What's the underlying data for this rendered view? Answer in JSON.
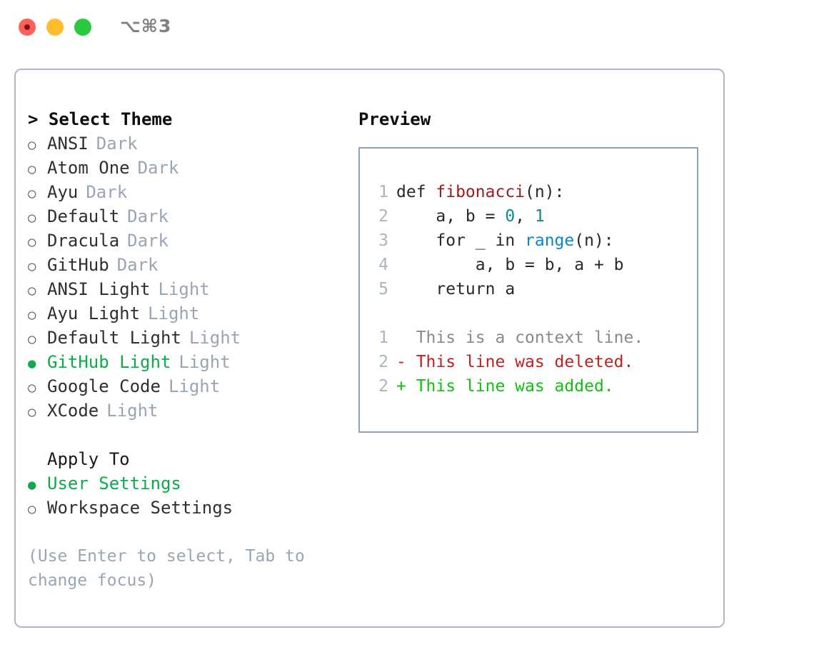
{
  "titlebar": {
    "shortcut": "⌥⌘3",
    "buttons": [
      {
        "name": "close",
        "color": "#ff6058"
      },
      {
        "name": "minimize",
        "color": "#ffbd2e"
      },
      {
        "name": "zoom",
        "color": "#2bc940"
      }
    ]
  },
  "colors": {
    "selection_green": "#10a94b",
    "muted": "#9aa5b4",
    "panel_border": "#aeb7c4",
    "preview_border": "#94a3b4",
    "diff_add": "#12c010",
    "diff_del": "#c42020",
    "syntax_function": "#9b1c1c",
    "syntax_number": "#0c8b8b",
    "syntax_builtin": "#0a86c8"
  },
  "theme_picker": {
    "title": "> Select Theme",
    "marker_unselected": "○",
    "marker_selected": "●",
    "items": [
      {
        "name": "ANSI",
        "variant": "Dark",
        "selected": false
      },
      {
        "name": "Atom One",
        "variant": "Dark",
        "selected": false
      },
      {
        "name": "Ayu",
        "variant": "Dark",
        "selected": false
      },
      {
        "name": "Default",
        "variant": "Dark",
        "selected": false
      },
      {
        "name": "Dracula",
        "variant": "Dark",
        "selected": false
      },
      {
        "name": "GitHub",
        "variant": "Dark",
        "selected": false
      },
      {
        "name": "ANSI Light",
        "variant": "Light",
        "selected": false
      },
      {
        "name": "Ayu Light",
        "variant": "Light",
        "selected": false
      },
      {
        "name": "Default Light",
        "variant": "Light",
        "selected": false
      },
      {
        "name": "GitHub Light",
        "variant": "Light",
        "selected": true
      },
      {
        "name": "Google Code",
        "variant": "Light",
        "selected": false
      },
      {
        "name": "XCode",
        "variant": "Light",
        "selected": false
      }
    ]
  },
  "apply_to": {
    "title": "Apply To",
    "options": [
      {
        "name": "User Settings",
        "selected": true
      },
      {
        "name": "Workspace Settings",
        "selected": false
      }
    ]
  },
  "hint": "(Use Enter to select, Tab to change focus)",
  "preview": {
    "title": "Preview",
    "code_lines": [
      {
        "number": "1",
        "tokens": [
          {
            "text": "def ",
            "type": "plain"
          },
          {
            "text": "fibonacci",
            "type": "fn"
          },
          {
            "text": "(n):",
            "type": "plain"
          }
        ]
      },
      {
        "number": "2",
        "tokens": [
          {
            "text": "    a, b = ",
            "type": "plain"
          },
          {
            "text": "0",
            "type": "num"
          },
          {
            "text": ", ",
            "type": "plain"
          },
          {
            "text": "1",
            "type": "num"
          }
        ]
      },
      {
        "number": "3",
        "tokens": [
          {
            "text": "    for _ in ",
            "type": "plain"
          },
          {
            "text": "range",
            "type": "builtin"
          },
          {
            "text": "(n):",
            "type": "plain"
          }
        ]
      },
      {
        "number": "4",
        "tokens": [
          {
            "text": "        a, b = b, a + b",
            "type": "plain"
          }
        ]
      },
      {
        "number": "5",
        "tokens": [
          {
            "text": "    return a",
            "type": "plain"
          }
        ]
      }
    ],
    "diff_lines": [
      {
        "number": "1",
        "prefix": "  ",
        "text": "This is a context line.",
        "kind": "context"
      },
      {
        "number": "2",
        "prefix": "- ",
        "text": "This line was deleted.",
        "kind": "del"
      },
      {
        "number": "2",
        "prefix": "+ ",
        "text": "This line was added.",
        "kind": "add"
      }
    ]
  }
}
